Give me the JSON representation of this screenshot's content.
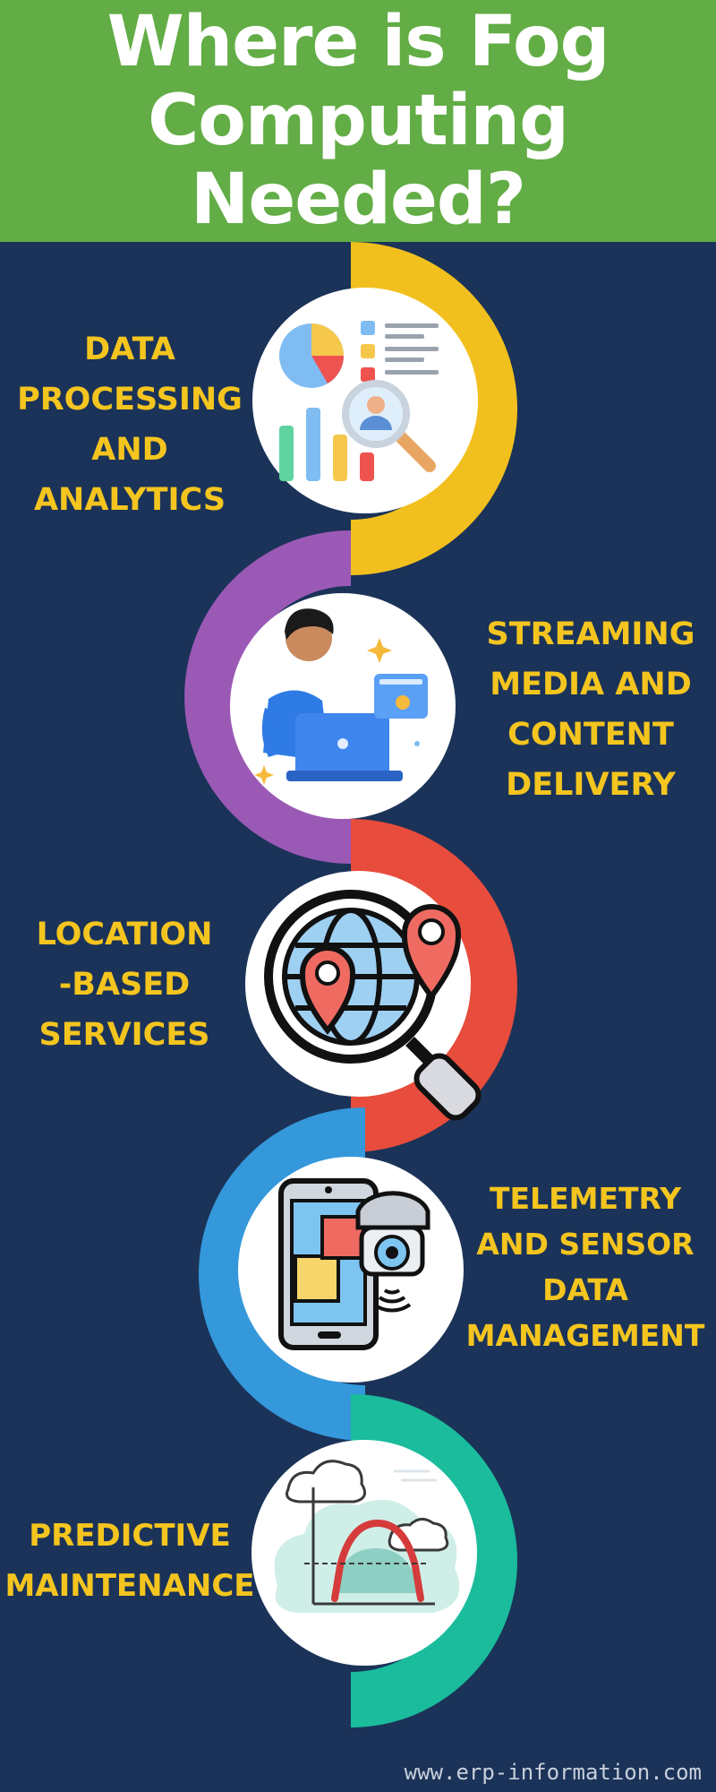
{
  "title": {
    "line1": "Where is Fog",
    "line2": "Computing",
    "line3": "Needed?"
  },
  "sections": [
    {
      "lines": [
        "DATA",
        "PROCESSING",
        "AND",
        "ANALYTICS"
      ],
      "ring_color": "#f2c01e",
      "icon": "analytics-chart-icon"
    },
    {
      "lines": [
        "STREAMING",
        "MEDIA AND",
        "CONTENT",
        "DELIVERY"
      ],
      "ring_color": "#9b59b6",
      "icon": "person-laptop-icon"
    },
    {
      "lines": [
        "LOCATION",
        "-BASED",
        "SERVICES"
      ],
      "ring_color": "#e74c3c",
      "icon": "globe-location-pin-icon"
    },
    {
      "lines": [
        "TELEMETRY",
        "AND SENSOR",
        "DATA",
        "MANAGEMENT"
      ],
      "ring_color": "#3498db",
      "icon": "phone-camera-sensor-icon"
    },
    {
      "lines": [
        "PREDICTIVE",
        "MAINTENANCE"
      ],
      "ring_color": "#1abc9c",
      "icon": "cloud-arch-chart-icon"
    }
  ],
  "colors": {
    "header_bg": "#62ad45",
    "page_bg": "#1b3358",
    "label": "#f4c51f",
    "title": "#ffffff"
  },
  "footer": {
    "url": "www.erp-information.com"
  }
}
